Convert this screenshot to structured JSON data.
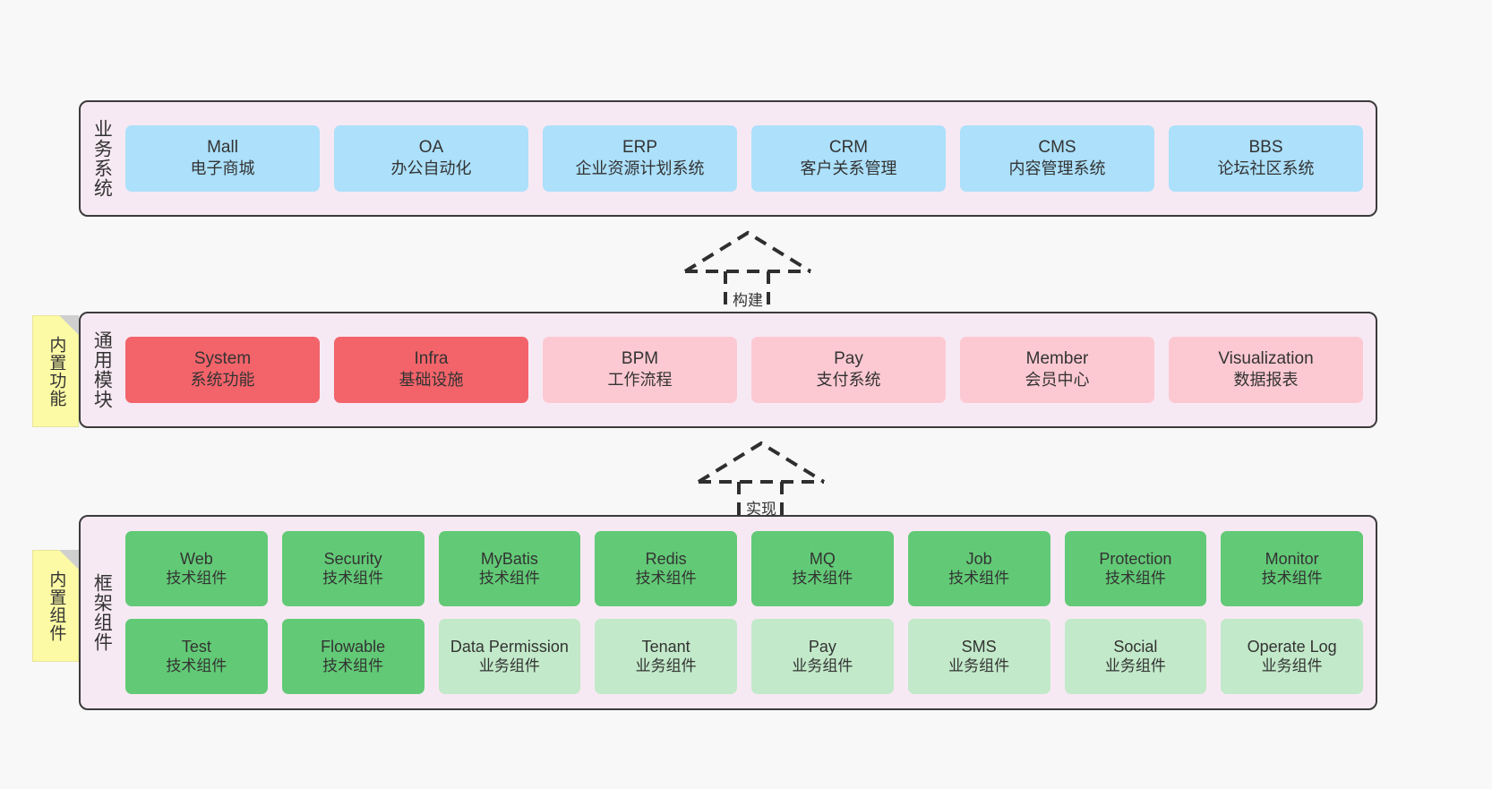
{
  "layers": [
    {
      "id": "business",
      "title": "业务系统",
      "rows": [
        [
          {
            "en": "Mall",
            "cn": "电子商城",
            "color": "#ace0fb"
          },
          {
            "en": "OA",
            "cn": "办公自动化",
            "color": "#ace0fb"
          },
          {
            "en": "ERP",
            "cn": "企业资源计划系统",
            "color": "#ace0fb"
          },
          {
            "en": "CRM",
            "cn": "客户关系管理",
            "color": "#ace0fb"
          },
          {
            "en": "CMS",
            "cn": "内容管理系统",
            "color": "#ace0fb"
          },
          {
            "en": "BBS",
            "cn": "论坛社区系统",
            "color": "#ace0fb"
          }
        ]
      ]
    },
    {
      "id": "module",
      "title": "通用模块",
      "note": "内置功能",
      "rows": [
        [
          {
            "en": "System",
            "cn": "系统功能",
            "color": "#f3646a"
          },
          {
            "en": "Infra",
            "cn": "基础设施",
            "color": "#f3646a"
          },
          {
            "en": "BPM",
            "cn": "工作流程",
            "color": "#fcc9d2"
          },
          {
            "en": "Pay",
            "cn": "支付系统",
            "color": "#fcc9d2"
          },
          {
            "en": "Member",
            "cn": "会员中心",
            "color": "#fcc9d2"
          },
          {
            "en": "Visualization",
            "cn": "数据报表",
            "color": "#fcc9d2"
          }
        ]
      ]
    },
    {
      "id": "framework",
      "title": "框架组件",
      "note": "内置组件",
      "rows": [
        [
          {
            "en": "Web",
            "cn": "技术组件",
            "color": "#62ca76"
          },
          {
            "en": "Security",
            "cn": "技术组件",
            "color": "#62ca76"
          },
          {
            "en": "MyBatis",
            "cn": "技术组件",
            "color": "#62ca76"
          },
          {
            "en": "Redis",
            "cn": "技术组件",
            "color": "#62ca76"
          },
          {
            "en": "MQ",
            "cn": "技术组件",
            "color": "#62ca76"
          },
          {
            "en": "Job",
            "cn": "技术组件",
            "color": "#62ca76"
          },
          {
            "en": "Protection",
            "cn": "技术组件",
            "color": "#62ca76"
          },
          {
            "en": "Monitor",
            "cn": "技术组件",
            "color": "#62ca76"
          }
        ],
        [
          {
            "en": "Test",
            "cn": "技术组件",
            "color": "#62ca76"
          },
          {
            "en": "Flowable",
            "cn": "技术组件",
            "color": "#62ca76"
          },
          {
            "en": "Data Permission",
            "cn": "业务组件",
            "color": "#c2e9c9"
          },
          {
            "en": "Tenant",
            "cn": "业务组件",
            "color": "#c2e9c9"
          },
          {
            "en": "Pay",
            "cn": "业务组件",
            "color": "#c2e9c9"
          },
          {
            "en": "SMS",
            "cn": "业务组件",
            "color": "#c2e9c9"
          },
          {
            "en": "Social",
            "cn": "业务组件",
            "color": "#c2e9c9"
          },
          {
            "en": "Operate Log",
            "cn": "业务组件",
            "color": "#c2e9c9"
          }
        ]
      ]
    }
  ],
  "connectors": [
    {
      "id": "build",
      "label": "构建"
    },
    {
      "id": "impl",
      "label": "实现"
    }
  ],
  "colors": {
    "page_background": "#f8f8f8",
    "layer_background": "#f7e9f3",
    "layer_border": "#3b3b3b",
    "sticky_note": "#fcfaa4",
    "sticky_fold": "#cfcfcf",
    "business_box": "#ace0fb",
    "module_core_box": "#f3646a",
    "module_box": "#fcc9d2",
    "tech_component_box": "#62ca76",
    "business_component_box": "#c2e9c9",
    "text": "#333333"
  }
}
